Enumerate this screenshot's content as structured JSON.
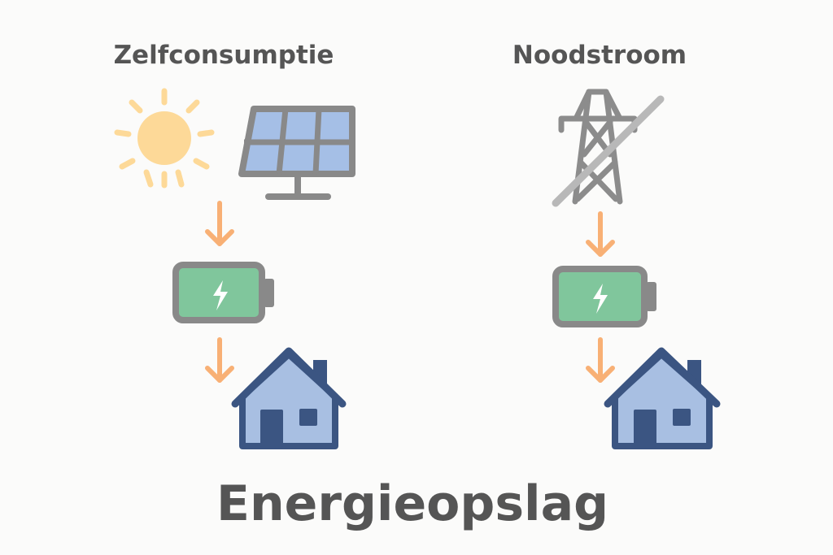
{
  "left_section": {
    "title": "Zelfconsumptie"
  },
  "right_section": {
    "title": "Noodstroom"
  },
  "main_title": "Energieopslag",
  "colors": {
    "sun": "#fdd998",
    "panel_cells": "#a5bfe6",
    "frame_gray": "#898989",
    "arrow": "#f8b075",
    "battery_fill": "#80c69c",
    "house_fill": "#a8bfe2",
    "house_outline": "#3b5582",
    "text": "#555555"
  }
}
